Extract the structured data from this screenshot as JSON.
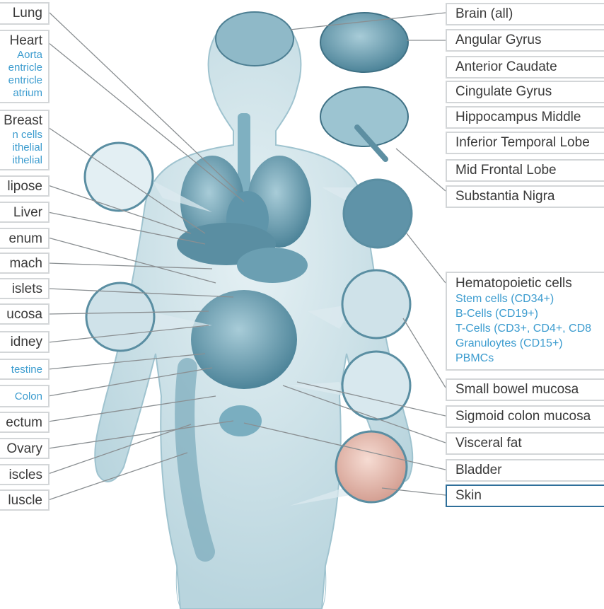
{
  "left_labels": [
    {
      "text": "Lung",
      "subs": []
    },
    {
      "text": "Heart",
      "subs": [
        "Aorta",
        "entricle",
        "entricle",
        "atrium"
      ]
    },
    {
      "text": "Breast",
      "subs": [
        "n cells",
        "ithelial",
        "ithelial"
      ]
    },
    {
      "text": "lipose",
      "subs": []
    },
    {
      "text": "Liver",
      "subs": []
    },
    {
      "text": "enum",
      "subs": []
    },
    {
      "text": "mach",
      "subs": []
    },
    {
      "text": "islets",
      "subs": []
    },
    {
      "text": "ucosa",
      "subs": []
    },
    {
      "text": "idney",
      "subs": []
    },
    {
      "text": "testine",
      "accent": true,
      "subs": []
    },
    {
      "text": "Colon",
      "accent": true,
      "subs": []
    },
    {
      "text": "ectum",
      "subs": []
    },
    {
      "text": "Ovary",
      "subs": []
    },
    {
      "text": "iscles",
      "subs": []
    },
    {
      "text": "luscle",
      "subs": []
    }
  ],
  "right_labels": [
    {
      "text": "Brain (all)",
      "subs": []
    },
    {
      "text": "Angular Gyrus",
      "subs": []
    },
    {
      "text": "Anterior Caudate",
      "subs": []
    },
    {
      "text": "Cingulate Gyrus",
      "subs": []
    },
    {
      "text": "Hippocampus Middle",
      "subs": []
    },
    {
      "text": "Inferior Temporal Lobe",
      "subs": []
    },
    {
      "text": "Mid Frontal Lobe",
      "subs": []
    },
    {
      "text": "Substantia Nigra",
      "subs": []
    },
    {
      "text": "Hematopoietic cells",
      "subs": [
        "Stem cells (CD34+)",
        "B-Cells (CD19+)",
        "T-Cells (CD3+, CD4+, CD8",
        "Granuloytes (CD15+)",
        "PBMCs"
      ]
    },
    {
      "text": "Small bowel mucosa",
      "subs": []
    },
    {
      "text": "Sigmoid colon mucosa",
      "subs": []
    },
    {
      "text": "Visceral fat",
      "subs": []
    },
    {
      "text": "Bladder",
      "subs": []
    },
    {
      "text": "Skin",
      "selected": true,
      "subs": []
    }
  ],
  "colors": {
    "label_border": "#d3d6d8",
    "selected_border": "#2f6f9a",
    "sub_text": "#3c9ccf",
    "body_fill": "#cfe4ea",
    "organ_fill": "#6ea3b6"
  }
}
